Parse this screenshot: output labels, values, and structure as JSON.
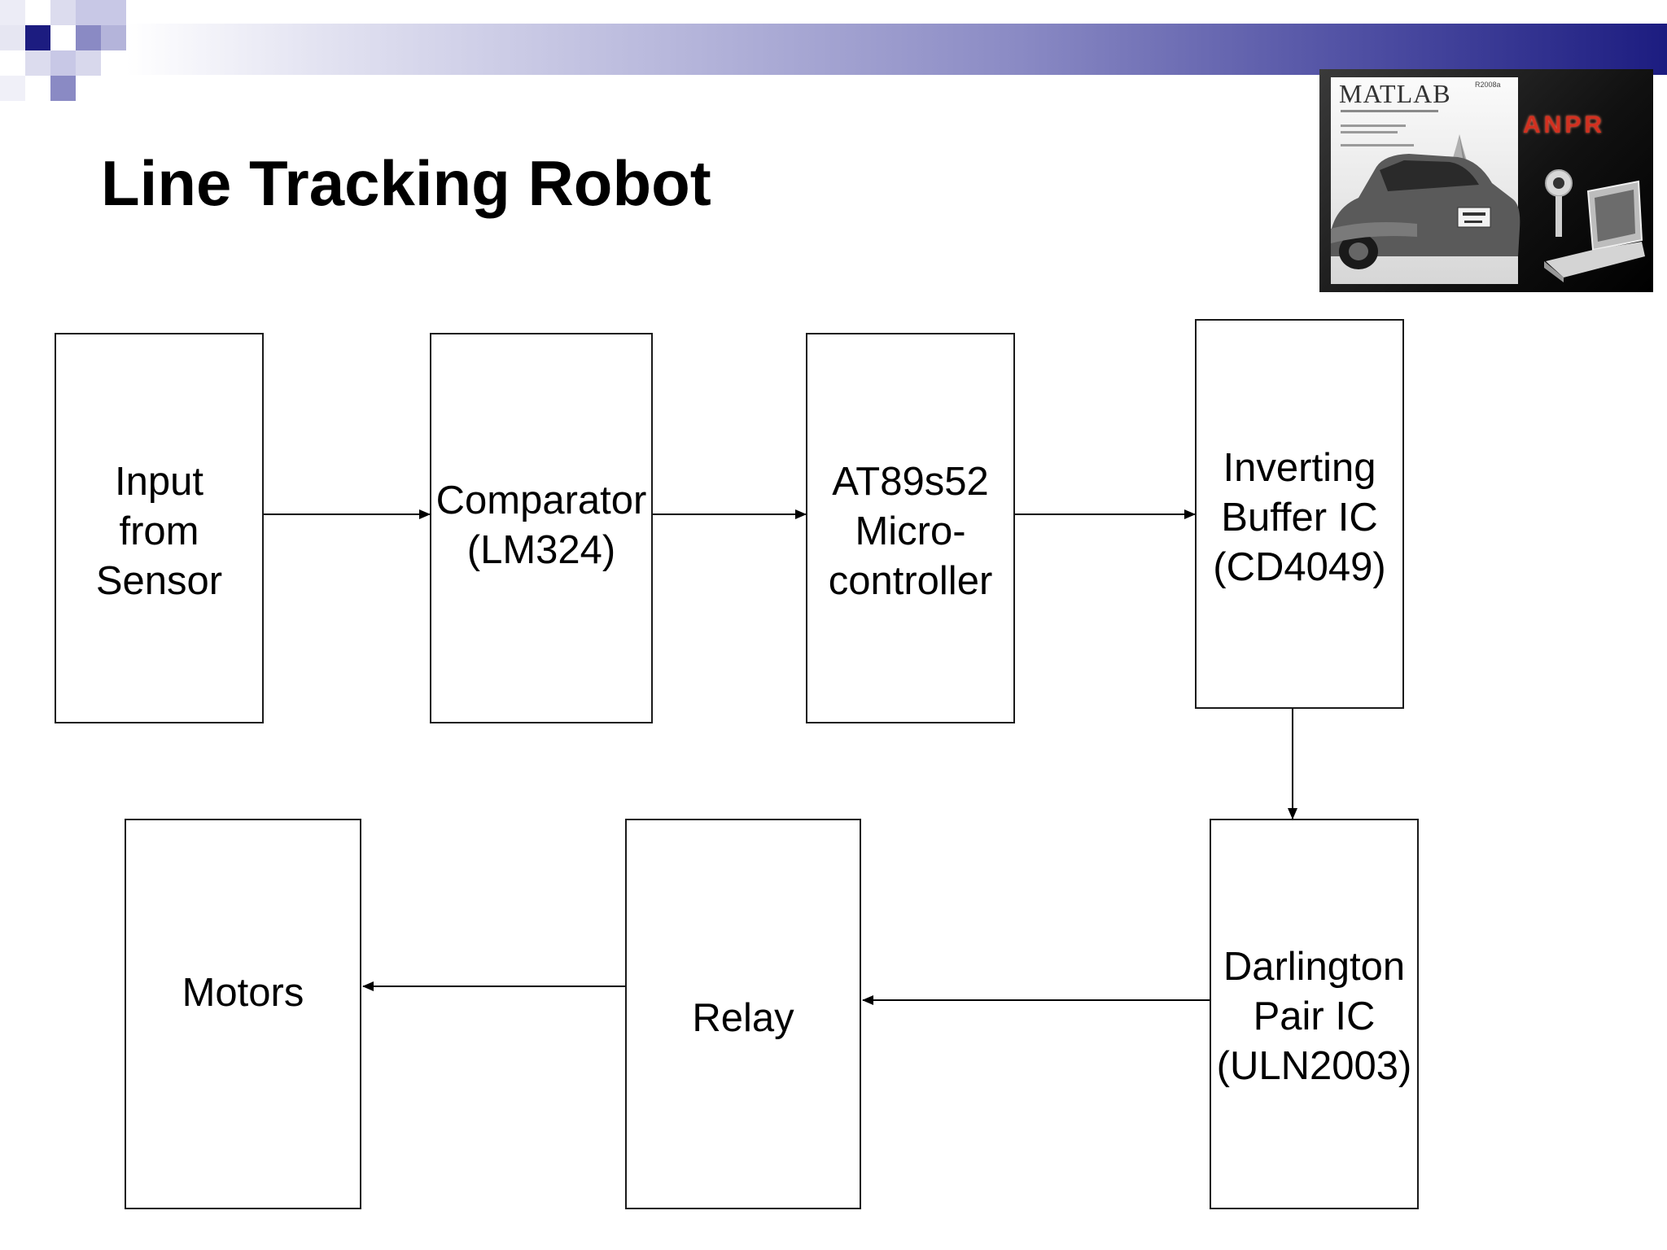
{
  "slide": {
    "title": "Line Tracking Robot"
  },
  "banner": {
    "logo_text": "MATLAB",
    "version_text": "R2008a",
    "caption": "ANPR"
  },
  "blocks": [
    {
      "id": "input",
      "label": "Input\nfrom\nSensor"
    },
    {
      "id": "comparator",
      "label": "Comparator\n(LM324)"
    },
    {
      "id": "microcontroller",
      "label": "AT89s52\nMicro-\ncontroller"
    },
    {
      "id": "inverting-buffer",
      "label": "Inverting\nBuffer IC\n(CD4049)"
    },
    {
      "id": "darlington",
      "label": "Darlington\nPair IC\n(ULN2003)"
    },
    {
      "id": "relay",
      "label": "Relay"
    },
    {
      "id": "motors",
      "label": "Motors"
    }
  ],
  "connections": [
    {
      "from": "input",
      "to": "comparator"
    },
    {
      "from": "comparator",
      "to": "microcontroller"
    },
    {
      "from": "microcontroller",
      "to": "inverting-buffer"
    },
    {
      "from": "inverting-buffer",
      "to": "darlington"
    },
    {
      "from": "darlington",
      "to": "relay"
    },
    {
      "from": "relay",
      "to": "motors"
    }
  ],
  "colors": {
    "band_start": "#ffffff",
    "band_end": "#1c1c80",
    "square_dark": "#1c1c80",
    "square_mid": "#8a8ac4",
    "square_light": "#c8c8e6",
    "block_border": "#1a1a1a",
    "anpr_text": "#d23020"
  }
}
